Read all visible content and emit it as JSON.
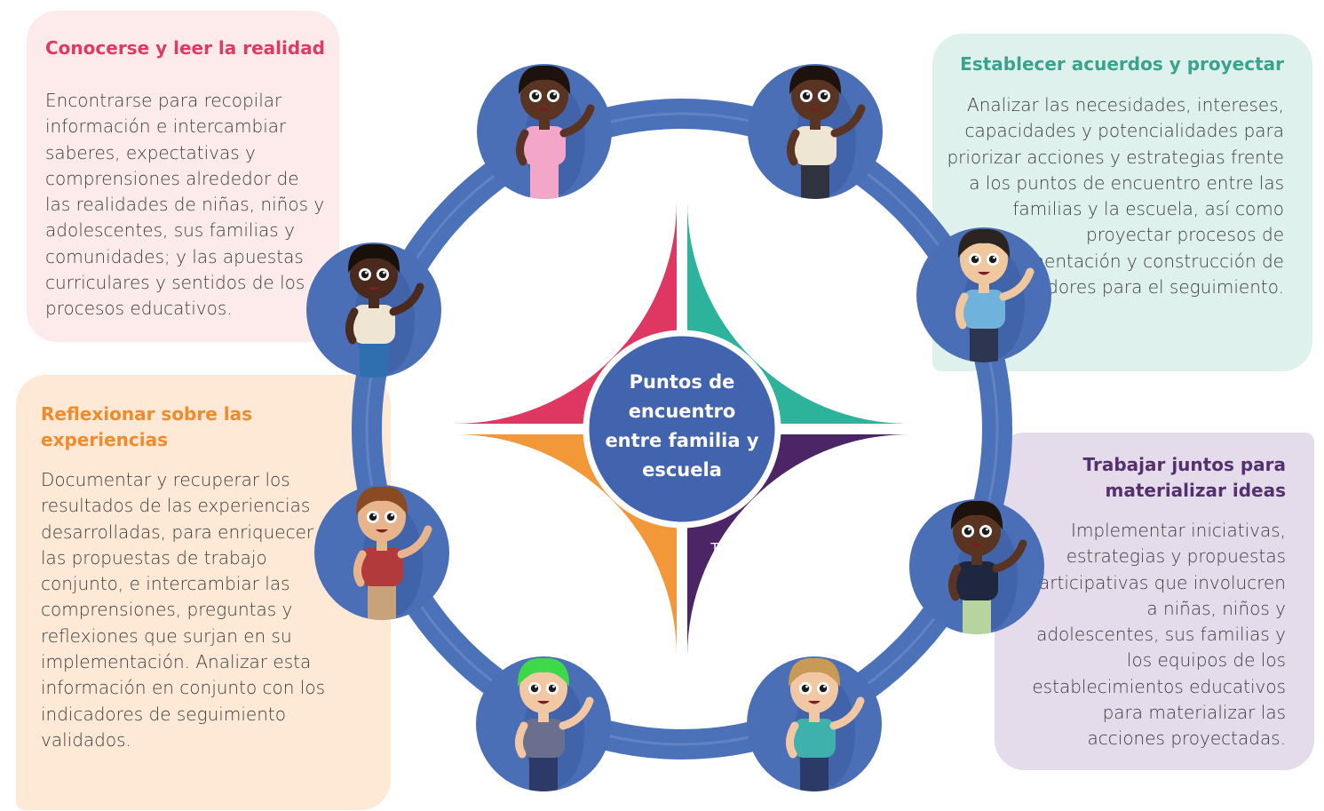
{
  "diagram": {
    "center_title": "Puntos de encuentro entre familia y escuela",
    "quadrants": [
      {
        "key": "tl",
        "label": "Conocerse y leer la realidad",
        "color": "#de3762"
      },
      {
        "key": "tr",
        "label": "Establecer acuerdos y proyectar",
        "color": "#2db29b"
      },
      {
        "key": "bl",
        "label": "Reflexionar sobre las experiencias",
        "color": "#f29838"
      },
      {
        "key": "br",
        "label": "Trabajar juntos para materializar ideas",
        "color": "#4b2566"
      }
    ],
    "ring_color": "#4b72b8",
    "center_color": "#4263ad"
  },
  "panels": {
    "tl": {
      "title": "Conocerse y leer la realidad",
      "text": "Encontrarse para recopilar información e intercambiar saberes, expectativas y comprensiones alrededor de las realidades de niñas, niños y adolescentes, sus familias y comunidades; y las apuestas curriculares y sentidos de los procesos educativos."
    },
    "tr": {
      "title": "Establecer acuerdos y proyectar",
      "text": "Analizar las necesidades, intereses, capacidades y potencialidades para priorizar acciones y estrategias frente a los puntos de encuentro entre las familias y la escuela, así como proyectar procesos de documentación y construcción de indicadores para el seguimiento."
    },
    "bl": {
      "title": "Reflexionar sobre las experiencias",
      "text": "Documentar y recuperar los resultados de las experiencias desarrolladas, para enriquecer las propuestas de trabajo conjunto, e intercambiar las comprensiones, preguntas y reflexiones que surjan en su implementación. Analizar esta información en conjunto con los indicadores de seguimiento validados."
    },
    "br": {
      "title": "Trabajar juntos para materializar ideas",
      "text": "Implementar iniciativas, estrategias y propuestas participativas que involucren a niñas, niños y adolescentes, sus familias y los equipos de los establecimientos educativos para materializar las acciones proyectadas."
    }
  },
  "avatars": [
    {
      "name": "girl-pink-dress",
      "skin": "#5a3422",
      "hair": "#1e120c",
      "top": "#f4a6c8",
      "bottom": "#f4a6c8"
    },
    {
      "name": "boy-glasses-waving",
      "skin": "#5a3422",
      "hair": "#1e120c",
      "top": "#efe5d3",
      "bottom": "#2f3340"
    },
    {
      "name": "girl-headband",
      "skin": "#4a2a1c",
      "hair": "#1a100a",
      "top": "#efe5d3",
      "bottom": "#2f6fb0"
    },
    {
      "name": "boy-blue-shirt",
      "skin": "#f0c8a0",
      "hair": "#2b2420",
      "top": "#6fb2dc",
      "bottom": "#2d3550"
    },
    {
      "name": "boy-red-jacket",
      "skin": "#e8b48c",
      "hair": "#8a4a22",
      "top": "#b23a3a",
      "bottom": "#c8a27a"
    },
    {
      "name": "girl-glasses-skirt",
      "skin": "#5a3422",
      "hair": "#1e120c",
      "top": "#1f2740",
      "bottom": "#b7d3a0"
    },
    {
      "name": "boy-green-mohawk",
      "skin": "#f2c8a4",
      "hair": "#3fd84a",
      "top": "#6a6f8e",
      "bottom": "#2b3a66"
    },
    {
      "name": "boy-wheelchair",
      "skin": "#f2c8a4",
      "hair": "#c89a56",
      "top": "#3eb1ad",
      "bottom": "#2b3a66"
    }
  ]
}
